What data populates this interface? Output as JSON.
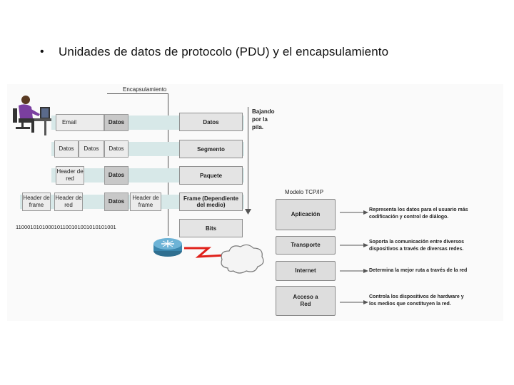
{
  "slide": {
    "bullet": "•",
    "title": "Unidades de datos de protocolo (PDU) y el encapsulamiento"
  },
  "encapsulation": {
    "title": "Encapsulamiento",
    "down_label": [
      "Bajando",
      "por la",
      "pila."
    ],
    "bitstream": "1100010101000101100101001010101001",
    "rows": [
      {
        "left_cells": [
          "Email",
          "Datos"
        ],
        "right": "Datos"
      },
      {
        "left_cells": [
          "Datos",
          "Datos",
          "Datos"
        ],
        "right": "Segmento"
      },
      {
        "left_cells": [
          "Header de red",
          "Datos"
        ],
        "right": "Paquete"
      },
      {
        "left_cells": [
          "Header de frame",
          "Header de red",
          "Datos",
          "Header de frame"
        ],
        "right": "Frame (Dependiente del medio)"
      },
      {
        "right": "Bits"
      }
    ]
  },
  "tcpip": {
    "title": "Modelo TCP/IP",
    "layers": [
      {
        "name": "Aplicación",
        "desc": [
          "Representa los datos para el usuario más",
          "codificación y control de diálogo."
        ]
      },
      {
        "name": "Transporte",
        "desc": [
          "Soporta la comunicación entre diversos",
          "dispositivos a través de diversas redes."
        ]
      },
      {
        "name": "Internet",
        "desc": [
          "Determina la mejor ruta a través de la red"
        ]
      },
      {
        "name": "Acceso a Red",
        "desc": [
          "Controla los dispositivos de hardware y",
          "los medios que constituyen la red."
        ]
      }
    ]
  },
  "colors": {
    "band": "#d7e8e8",
    "box": "#dcdcdc",
    "arrow": "#555555",
    "lightning": "#e0201a",
    "person_shirt": "#7b3fa0"
  }
}
